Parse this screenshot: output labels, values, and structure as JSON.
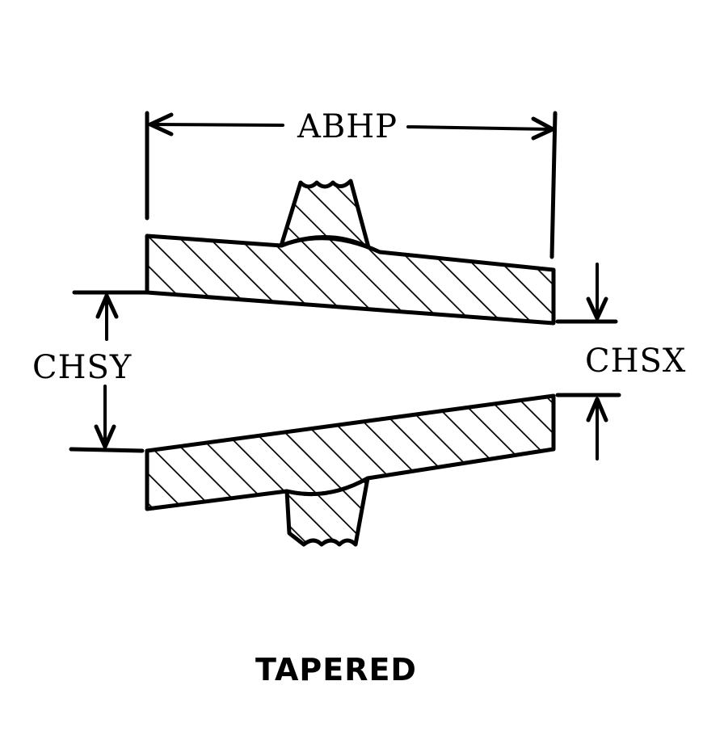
{
  "labels": {
    "length": "ABHP",
    "large_bore": "CHSY",
    "small_bore": "CHSX",
    "caption": "TAPERED"
  },
  "colors": {
    "ink": "#000000",
    "paper": "#ffffff"
  }
}
